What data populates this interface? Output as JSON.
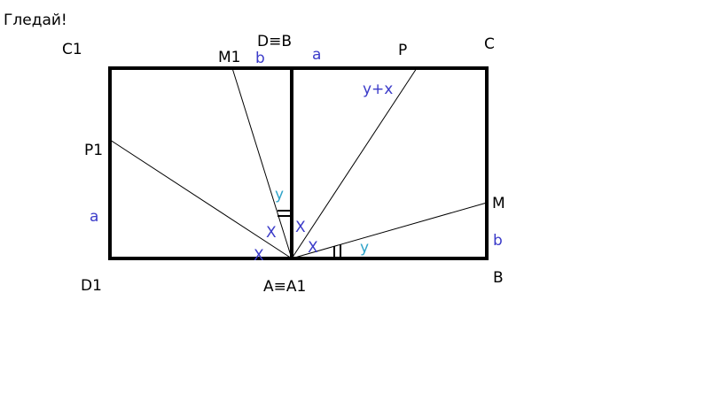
{
  "title": "Гледай!",
  "colors": {
    "outline": "#000000",
    "annotation": "#3b3bc9",
    "angle_label": "#2ea3c9"
  },
  "points": {
    "c1": "C1",
    "m1": "M1",
    "db": "D≡B",
    "p": "P",
    "c": "C",
    "p1": "P1",
    "m": "M",
    "d1": "D1",
    "aa1": "A≡A1",
    "b": "B"
  },
  "segments": {
    "b_top": "b",
    "a_top": "a",
    "a_left": "a",
    "b_right": "b"
  },
  "angles": {
    "y_top": "y+x",
    "y_mid": "y",
    "y_low": "y"
  },
  "marks": {
    "x1": "X",
    "x2": "X",
    "x3": "X",
    "x4": "X"
  }
}
